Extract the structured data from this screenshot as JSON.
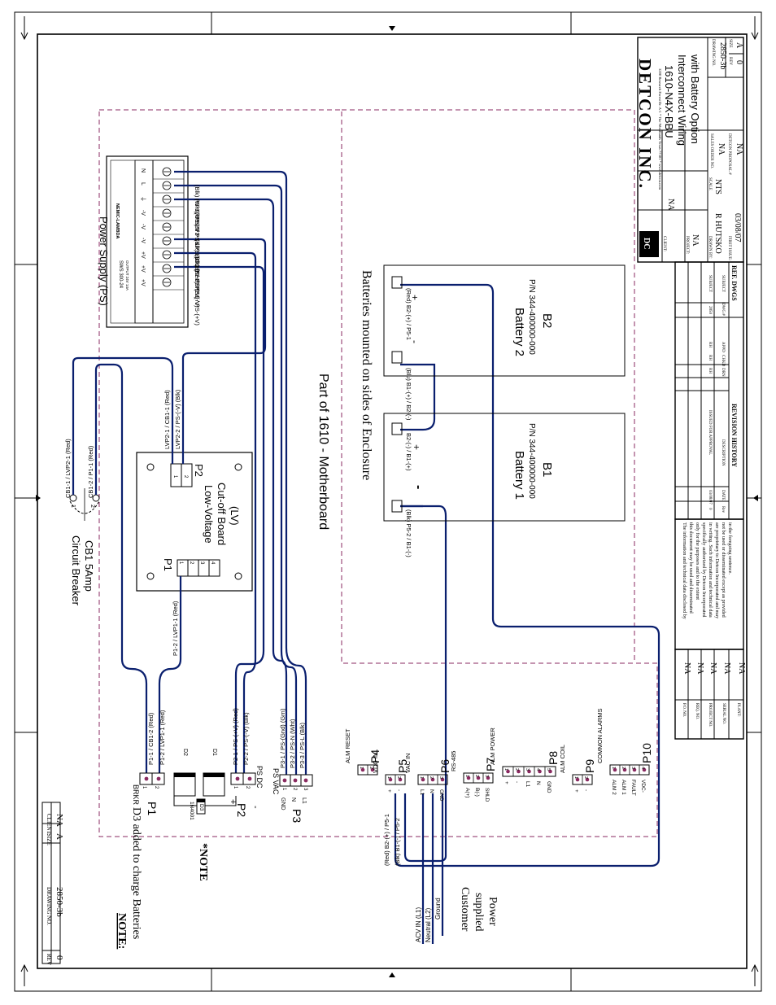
{
  "company": {
    "name": "DETCON INC.",
    "address": "3200 Research Forest Dr. A-1 * The Woodlands Texas 77381 * www.detcon.com"
  },
  "drawing": {
    "title": [
      "1610-N4X-BBU",
      "Interconnect Wiring",
      "with Battery Option"
    ],
    "drawing_no": "2850-3b",
    "size": "A",
    "rev": "0",
    "client": "NA",
    "project": "NA",
    "sales_order": "NA",
    "drawn_by": "R HUTSKO",
    "scale": "NTS",
    "first_issue": "03/08/07",
    "proposal": "NA"
  },
  "title_labels": {
    "drawing_no": "DRAWING NO.",
    "size": "SIZE",
    "rev": "REV",
    "client": "CLIENT:",
    "project": "PROJECT:",
    "sales_order": "SALES ORDER NO.",
    "drawn_by": "DRAWN BY:",
    "scale": "SCALE",
    "first_issue": "FIRST ISSUE:",
    "proposal": "DETCON PROPOSAL #"
  },
  "revision_history": {
    "header": "REVISION HISTORY",
    "columns": [
      "Rev",
      "DATE",
      "DESCRIPTION",
      "DRN",
      "CHKD",
      "APPD"
    ],
    "rows": [
      {
        "rev": "0",
        "date": "03/08/07",
        "description": "ISSUED FOR APPROVAL",
        "drn": "RH",
        "chkd": "RH",
        "appd": "RH"
      }
    ]
  },
  "ref_dwgs": {
    "header": "REF. DWGS",
    "columns": [
      "DWG #",
      "SUBJECT"
    ],
    "rows": [
      {
        "dwg": "2850",
        "subject": "SUBJECT"
      }
    ]
  },
  "info_block": [
    {
      "label": "P.O. NO.",
      "value": "NA"
    },
    {
      "label": "REQ. NO.",
      "value": "NA"
    },
    {
      "label": "PROJECT NO.",
      "value": "NA"
    },
    {
      "label": "SERIAL NO.",
      "value": "NA"
    },
    {
      "label": "PLANT:",
      "value": "NA"
    }
  ],
  "confidentiality_notice": [
    "The information and technical data disclosed by",
    "this document may be used and disseminated",
    "only for the purposes and to the extent",
    "specifically authorized by Detcon Incorporated",
    "in writing. Such information and technical data",
    "are proprietary to Detcon Incorporated and may",
    "not be used or disseminated except as provided",
    "in the foregoing sentence."
  ],
  "edge_block": {
    "labels": [
      "REV",
      "SIZE",
      "DRAWING NO."
    ],
    "values": [
      "0",
      "A",
      "2850-3b"
    ],
    "client": "NA"
  },
  "labels": {
    "power_supply": "Power Supply (PS)",
    "ps_part": "SWS 300-24",
    "ps_brand": "NEMIC-LAMBDA",
    "ps_spec": "OUTPUT 24V 14A",
    "ps_terminals": [
      "N",
      "L",
      "⏚",
      "-V",
      "-V",
      "-V",
      "+V",
      "+V",
      "+V"
    ],
    "circuit_breaker": [
      "Circuit Breaker",
      "CB1 5Amp"
    ],
    "cb_pins": [
      "1",
      "2"
    ],
    "lv_board": [
      "Low-Voltage",
      "Cut-off Board",
      "(LV)"
    ],
    "lv_p1": "P1",
    "lv_p2": "P2",
    "lv_p1_pins": [
      "1",
      "2",
      "3",
      "4"
    ],
    "lv_p2_pins": [
      "1",
      "2"
    ],
    "motherboard": "Part of 1610 - Motherboard",
    "batteries_note": "Batteries mounted on sides of Enclosure",
    "battery1": [
      "Battery 1",
      "P/N 344-400000-000",
      "B1"
    ],
    "battery2": [
      "Battery 2",
      "P/N 344-400000-000",
      "B2"
    ],
    "plus": "+",
    "minus": "-",
    "note_title": "NOTE:",
    "note_text": "D3 added to charge Batteries",
    "star_note": "*NOTE",
    "customer": [
      "Customer",
      "supplied",
      "Power"
    ],
    "ac_in": [
      "ACV IN (L1)",
      "Neutral (L2)",
      "Ground"
    ],
    "brkr": "BRKR",
    "ps_dc": "PS DC",
    "ps_vac": "PS VAC",
    "p1": "P1",
    "p2": "P2",
    "p3": "P3",
    "p3_pins": [
      "GND",
      "N",
      "L1"
    ],
    "d1": "D1",
    "d2": "D2",
    "d3": "D3",
    "diode_part": "1N4001"
  },
  "wire_labels": {
    "cb1_1": "CB1-1 / LVP2-1  (Red)",
    "cb1_2": "CB1-2 / P1-1  (Red)",
    "lvp2_1": "LVP2-1 / CB1-1 (Red)",
    "lvp2_2": "LVP2-2 / PS-(-V)  (Blk)",
    "p1_2_lvp1_1": "P1-2 / LVP1-1  (Red)",
    "ps_p2_1": "(Red)  P2-1 / PS-(+V)",
    "ps_p2_2": "(Blk)  P2-2 / PS-(-V)",
    "ps_lvp2_2": "(Blk)  LVP2-2 / PS-(-V)",
    "ps_p3_1": "(Grn)  P3-1 / PS-(Gnd)",
    "ps_p3_2": "(Wht)  P3-2 / PS-L",
    "ps_p3_3": "(Blk)  P3-3 / PS-N",
    "b1_neg": "(Blk)  P5-2 / B1-(-)",
    "b1_pos": "B2-(-) / B1-(+)",
    "b2_neg": "(Blu)  B1-(+) / B2-(-)",
    "b2_pos": "(Red)  B2-(+) / P5-1",
    "p1_1": "P1-1 / CB1-2  (Red)",
    "p1_2": "P1-2 / LVP1-1  (Red)",
    "p2_1": "P2-1 / PS-(+V)  (Red)",
    "p2_2": "P2-2 / PS-(-V)  (Blk)",
    "p3_1": "P3-1 / PS-(Gnd)  (Grn)",
    "p3_2": "P3-2 / PS-N  (Wht)",
    "p3_3": "P3-3 / PS-L  (Blk)",
    "p5_1": "(Red)  B2-(+) / P5-1",
    "p5_2": "(Blk)  B1-(-) / P5-2"
  },
  "connectors": [
    {
      "name": "P4",
      "title": "ALM RESET",
      "pins": [
        "1",
        "2"
      ],
      "labels": []
    },
    {
      "name": "P5",
      "title": "VDC IN",
      "pins": [
        "1",
        "2"
      ],
      "labels": [
        "+",
        "-"
      ]
    },
    {
      "name": "P6",
      "title": "VAC IN",
      "pins": [
        "1",
        "2",
        "3"
      ],
      "labels": [
        "L1",
        "N",
        "GND"
      ]
    },
    {
      "name": "P7",
      "title": "RS-485",
      "pins": [
        "1",
        "2",
        "3"
      ],
      "labels": [
        "A(+)",
        "B(-)",
        "SHLD"
      ]
    },
    {
      "name": "P8",
      "title": "ALM POWER",
      "pins": [
        "1",
        "2",
        "3",
        "4",
        "5"
      ],
      "labels": [
        "+",
        "-",
        "L1",
        "N",
        "GND"
      ]
    },
    {
      "name": "P9",
      "title": "ALM COIL",
      "pins": [
        "1",
        "2"
      ],
      "labels": [
        "+",
        "-"
      ]
    },
    {
      "name": "P10",
      "title": "COMMON ALARMS",
      "pins": [
        "1",
        "2",
        "3",
        "4"
      ],
      "labels": [
        "ALM 2",
        "ALM 1",
        "FAULT",
        "VDC-"
      ]
    }
  ]
}
